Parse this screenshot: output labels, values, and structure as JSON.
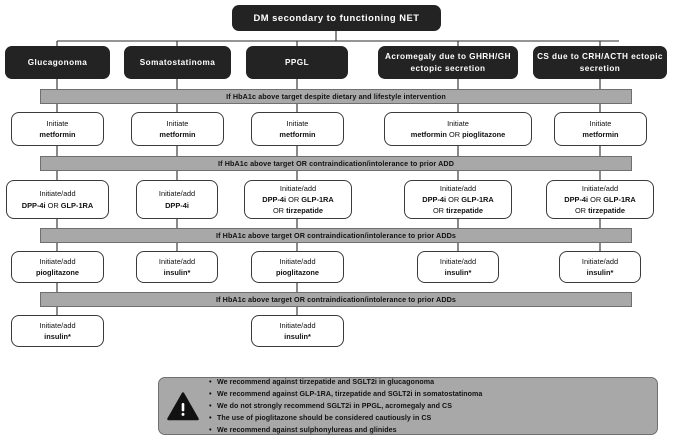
{
  "title": {
    "text": "DM secondary to functioning NET"
  },
  "colors": {
    "dark_node": "#232323",
    "bar_fill": "#a8a8a8",
    "bar_border": "#6f6f6f",
    "white_node_border": "#3a3a3a",
    "text_light": "#ffffff",
    "text_dark": "#111111"
  },
  "etiologies": [
    {
      "label": "Glucagonoma"
    },
    {
      "label": "Somatostatinoma"
    },
    {
      "label": "PPGL"
    },
    {
      "label": "Acromegaly due to GHRH/GH ectopic secretion"
    },
    {
      "label": "CS due to CRH/ACTH ectopic secretion"
    }
  ],
  "bars": [
    {
      "text": "If HbA1c above target despite dietary and lifestyle intervention"
    },
    {
      "text": "If HbA1c above target OR contraindication/intolerance to prior ADD"
    },
    {
      "text": "If HbA1c above target OR contraindication/intolerance to prior ADDs"
    },
    {
      "text": "If HbA1c above target OR contraindication/intolerance to prior ADDs"
    }
  ],
  "step1": [
    {
      "line1": "Initiate",
      "line2": "metformin",
      "line3": ""
    },
    {
      "line1": "Initiate",
      "line2": "metformin",
      "line3": ""
    },
    {
      "line1": "Initiate",
      "line2": "metformin",
      "line3": ""
    },
    {
      "line1": "Initiate",
      "line2": "metformin OR pioglitazone",
      "line3": ""
    },
    {
      "line1": "Initiate",
      "line2": "metformin",
      "line3": ""
    }
  ],
  "step2": [
    {
      "line1": "Initiate/add",
      "line2": "DPP-4i OR GLP-1RA",
      "line3": ""
    },
    {
      "line1": "Initiate/add",
      "line2": "DPP-4i",
      "line3": ""
    },
    {
      "line1": "Initiate/add",
      "line2": "DPP-4i OR GLP-1RA",
      "line3": "OR tirzepatide"
    },
    {
      "line1": "Initiate/add",
      "line2": "DPP-4i OR GLP-1RA",
      "line3": "OR tirzepatide"
    },
    {
      "line1": "Initiate/add",
      "line2": "DPP-4i OR GLP-1RA",
      "line3": "OR tirzepatide"
    }
  ],
  "step3": [
    {
      "line1": "Initiate/add",
      "line2": "pioglitazone",
      "line3": ""
    },
    {
      "line1": "Initiate/add",
      "line2": "insulin*",
      "line3": ""
    },
    {
      "line1": "Initiate/add",
      "line2": "pioglitazone",
      "line3": ""
    },
    {
      "line1": "Initiate/add",
      "line2": "insulin*",
      "line3": ""
    },
    {
      "line1": "Initiate/add",
      "line2": "insulin*",
      "line3": ""
    }
  ],
  "step4": [
    {
      "line1": "Initiate/add",
      "line2": "insulin*",
      "line3": ""
    },
    {
      "line1": "Initiate/add",
      "line2": "insulin*",
      "line3": ""
    }
  ],
  "footnote": {
    "icon": "warning-triangle-icon",
    "items": [
      "We recommend against tirzepatide and SGLT2i in glucagonoma",
      "We recommend against GLP-1RA, tirzepatide and SGLT2i in somatostatinoma",
      "We do not strongly recommend SGLT2i in PPGL, acromegaly and CS",
      "The use of pioglitazone should be considered cautiously in CS",
      "We recommend against sulphonylureas and glinides"
    ]
  }
}
